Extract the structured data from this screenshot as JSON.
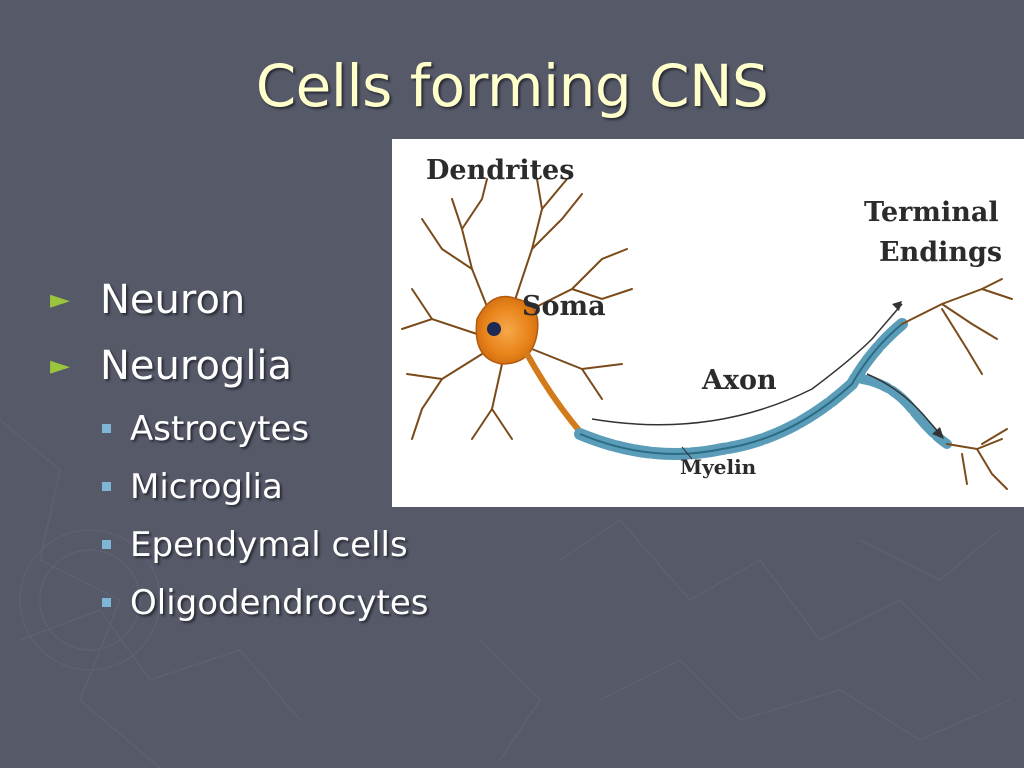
{
  "slide": {
    "title": "Cells forming CNS",
    "bullets": [
      {
        "text": "Neuron"
      },
      {
        "text": "Neuroglia"
      }
    ],
    "sub_bullets": [
      {
        "text": "Astrocytes"
      },
      {
        "text": "Microglia"
      },
      {
        "text": "Ependymal cells"
      },
      {
        "text": "Oligodendrocytes"
      }
    ]
  },
  "figure": {
    "labels": {
      "dendrites": "Dendrites",
      "soma": "Soma",
      "terminal": "Terminal",
      "endings": "Endings",
      "axon": "Axon",
      "myelin": "Myelin"
    }
  },
  "colors": {
    "background": "#555968",
    "title": "#FFFFCC",
    "bullet_arrow": "#9BC53D",
    "sub_bullet_square": "#7FB6D6",
    "neuron_body": "#E8841A",
    "myelin": "#5B9DB8"
  },
  "icons": {
    "bullet": "triangle-arrow-icon",
    "sub_bullet": "square-bullet-icon"
  }
}
